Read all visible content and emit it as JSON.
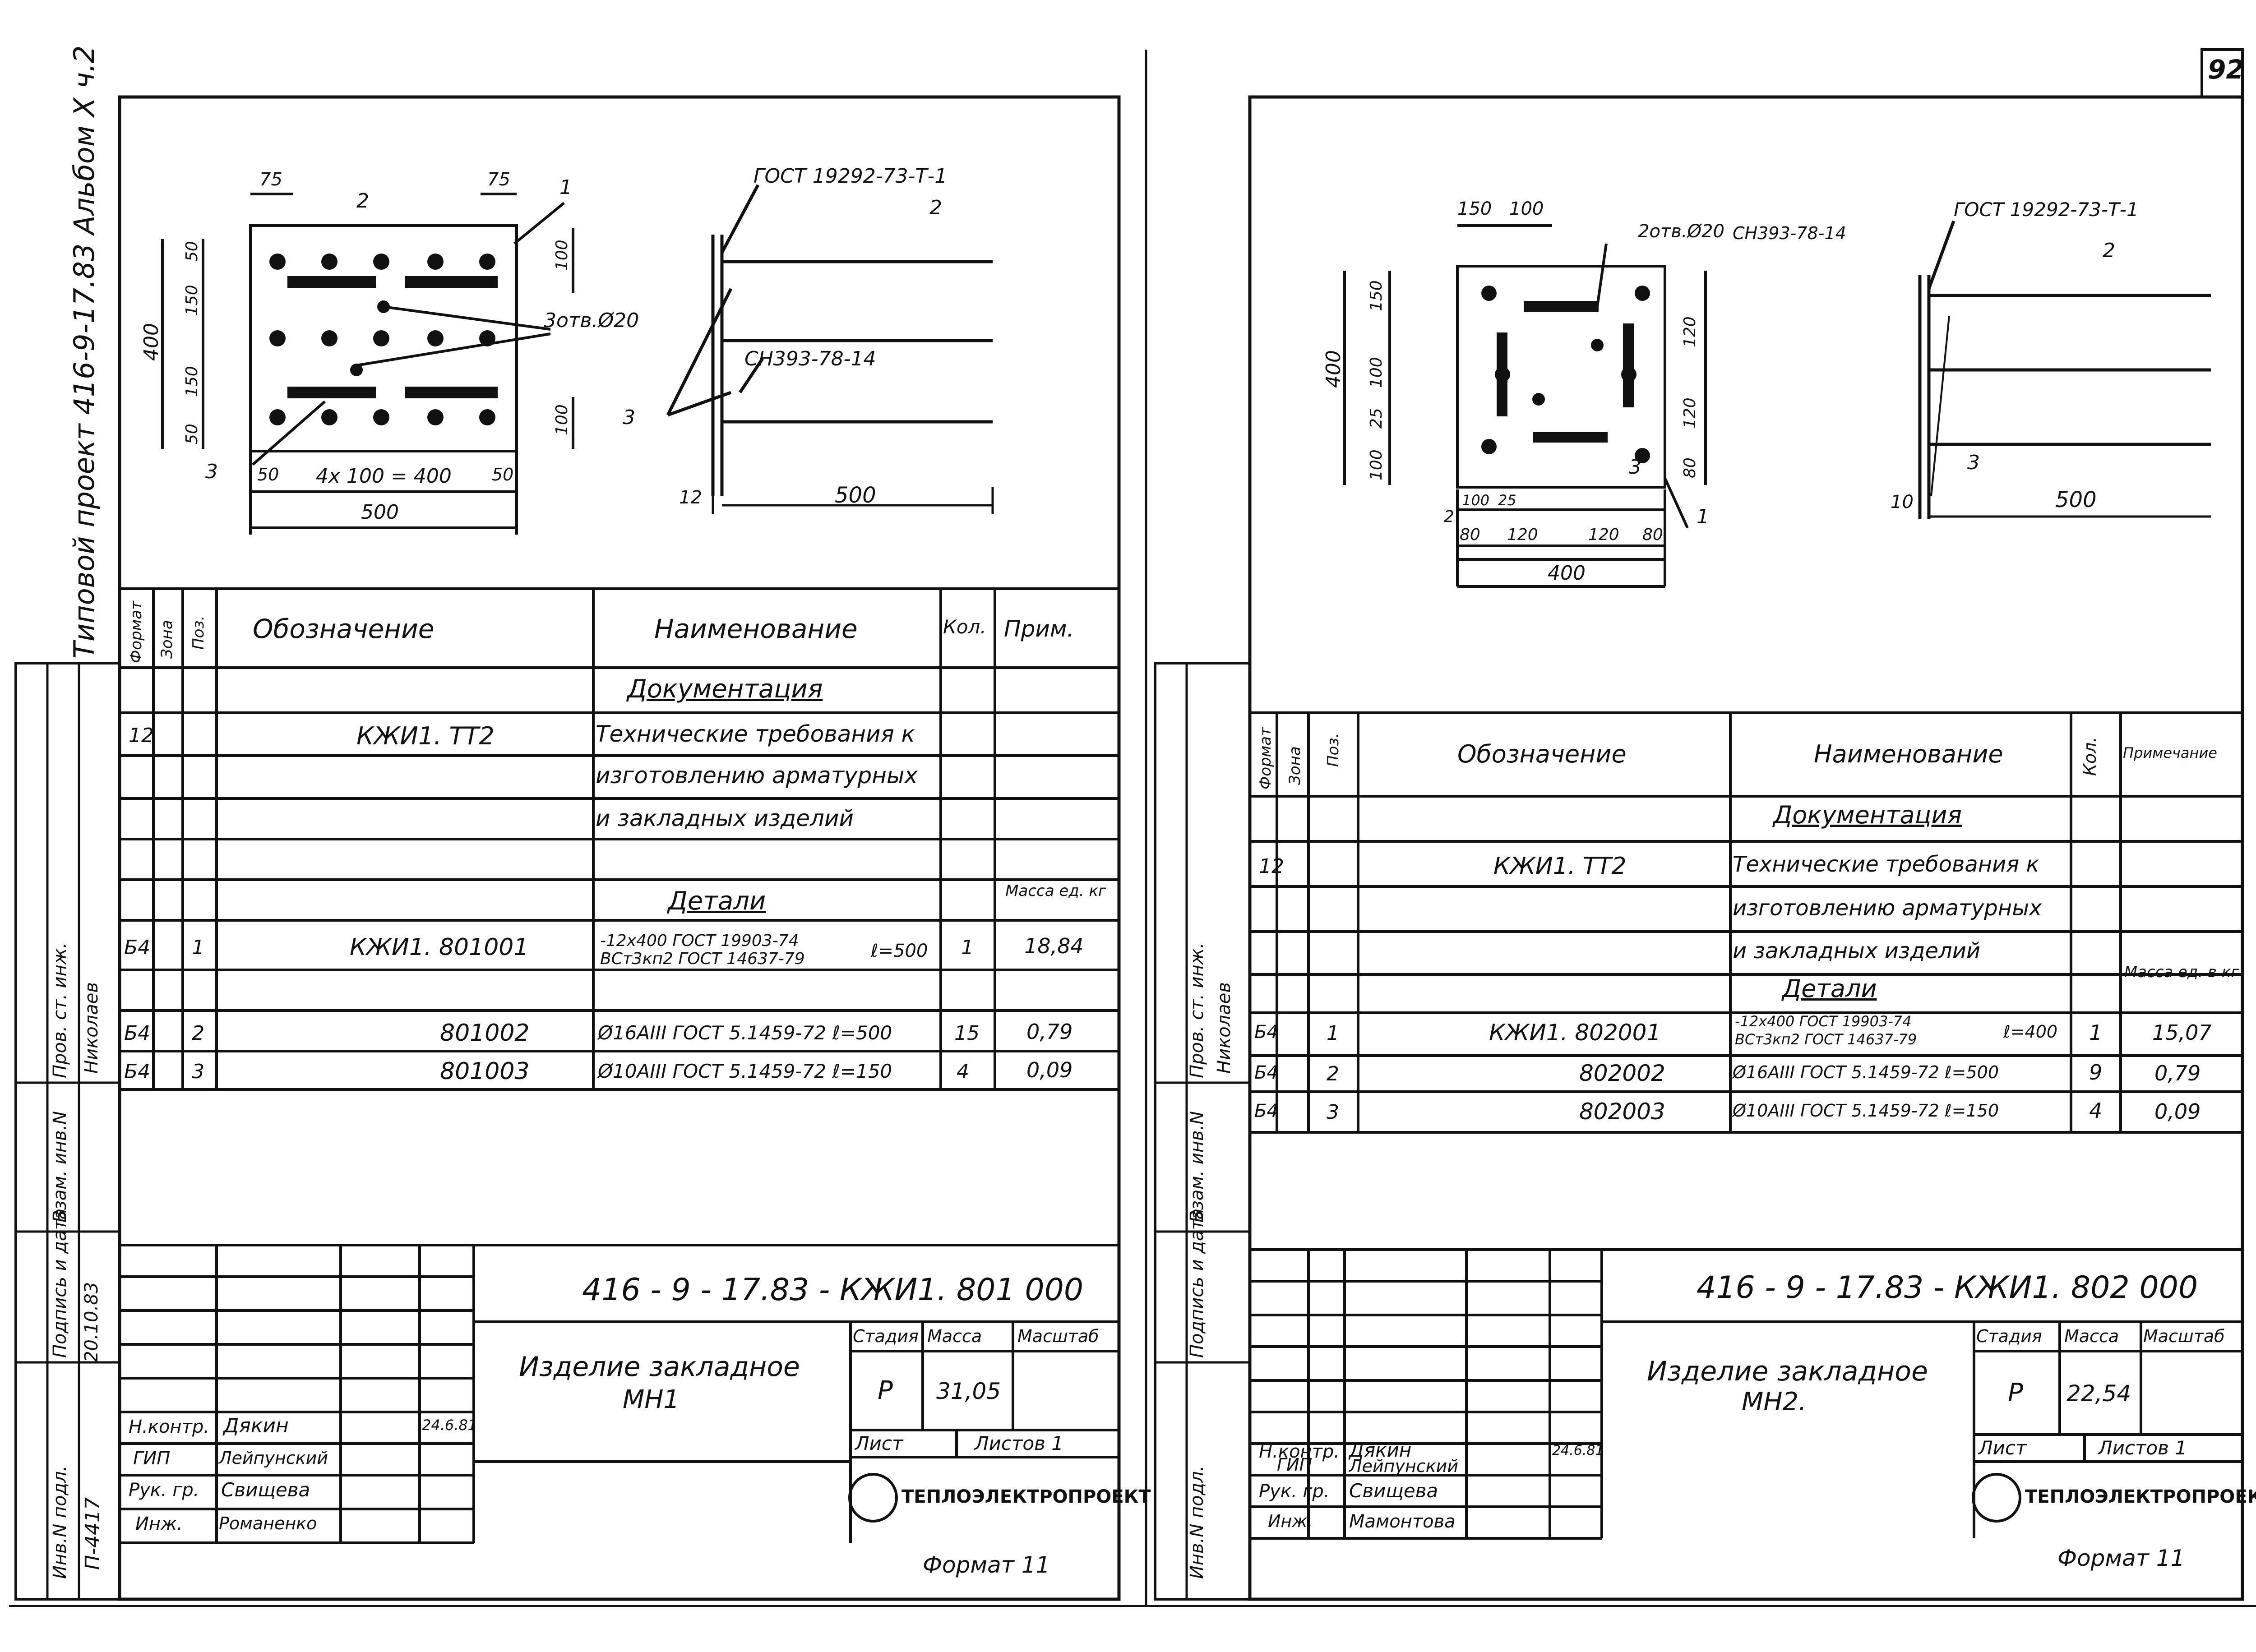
{
  "page_number": "92",
  "side_title": "Типовой проект 416-9-17.83 Альбом X ч.2",
  "stamp_labels": {
    "inv_podl": "Инв.N подл.",
    "podpis_data": "Подпись и дата",
    "vzam_inv": "Взам. инв.N",
    "prov": "Пров. ст. инж."
  },
  "left_stamp": {
    "prov_name": "Николаев",
    "inv_number": "П-4417",
    "date": "20.10.83"
  },
  "sheets": [
    {
      "id": "left",
      "drawing": {
        "dims_top": [
          "75",
          "75"
        ],
        "dims_left": [
          "400",
          "50",
          "150",
          "150",
          "50"
        ],
        "dims_right": [
          "100",
          "100"
        ],
        "dims_bottom": [
          "50",
          "4x 100 = 400",
          "50"
        ],
        "dim_total": "500",
        "holes_label": "3отв.Ø20",
        "pos_labels": [
          "1",
          "2",
          "3"
        ],
        "side_gost": "ГОСТ 19292-73-Т-1",
        "side_sn": "СН393-78-14",
        "side_pos": [
          "2",
          "3"
        ],
        "side_thickness": "12",
        "side_length": "500"
      },
      "spec": {
        "headers": [
          "Формат",
          "Зона",
          "Поз.",
          "Обозначение",
          "Наименование",
          "Кол.",
          "Прим."
        ],
        "section_docs": "Документация",
        "doc_row": {
          "format": "12",
          "designation": "КЖИ1. ТТ2",
          "name": [
            "Технические требования к",
            "изготовлению арматурных",
            "и закладных изделий"
          ]
        },
        "section_details": "Детали",
        "mass_header": "Масса ед. кг",
        "rows": [
          {
            "format": "Б4",
            "pos": "1",
            "designation": "КЖИ1. 801001",
            "name1": "-12x400 ГОСТ 19903-74",
            "name2": "ВСт3кп2 ГОСТ 14637-79",
            "len": "ℓ=500",
            "qty": "1",
            "mass": "18,84"
          },
          {
            "format": "Б4",
            "pos": "2",
            "designation": "801002",
            "name1": "Ø16АIII ГОСТ 5.1459-72 ℓ=500",
            "name2": "",
            "len": "",
            "qty": "15",
            "mass": "0,79"
          },
          {
            "format": "Б4",
            "pos": "3",
            "designation": "801003",
            "name1": "Ø10АIII ГОСТ 5.1459-72 ℓ=150",
            "name2": "",
            "len": "",
            "qty": "4",
            "mass": "0,09"
          }
        ]
      },
      "title_block": {
        "code": "416 - 9 - 17.83 - КЖИ1. 801 000",
        "item_name": "Изделие закладное",
        "item_mark": "МН1",
        "stage_label": "Стадия",
        "mass_label": "Масса",
        "scale_label": "Масштаб",
        "stage": "Р",
        "mass": "31,05",
        "sheet_label": "Лист",
        "sheets_label": "Листов 1",
        "org": "ТЕПЛОЭЛЕКТРОПРОЕКТ",
        "format": "Формат 11",
        "signers": [
          {
            "role": "Н.контр.",
            "name": "Дякин",
            "date": "24.6.81"
          },
          {
            "role": "ГИП",
            "name": "Лейпунский",
            "date": ""
          },
          {
            "role": "Рук. гр.",
            "name": "Свищева",
            "date": ""
          },
          {
            "role": "Инж.",
            "name": "Романенко",
            "date": ""
          }
        ]
      }
    },
    {
      "id": "right",
      "drawing": {
        "dims_top": [
          "150",
          "100"
        ],
        "dims_left": [
          "400",
          "150",
          "100",
          "25",
          "100"
        ],
        "dims_right": [
          "120",
          "120",
          "80"
        ],
        "dims_bottom": [
          "100",
          "25",
          "80",
          "120",
          "120",
          "80"
        ],
        "dim_total": "400",
        "holes_label": "2отв.Ø20",
        "sn_label": "СН393-78-14",
        "pos_labels": [
          "1",
          "2",
          "3"
        ],
        "side_gost": "ГОСТ 19292-73-Т-1",
        "side_pos": [
          "2",
          "3"
        ],
        "side_thickness": "10",
        "side_length": "500"
      },
      "spec": {
        "headers": [
          "Формат",
          "Зона",
          "Поз.",
          "Обозначение",
          "Наименование",
          "Кол.",
          "Примечание"
        ],
        "section_docs": "Документация",
        "doc_row": {
          "format": "12",
          "designation": "КЖИ1. ТТ2",
          "name": [
            "Технические требования к",
            "изготовлению арматурных",
            "и закладных изделий"
          ]
        },
        "section_details": "Детали",
        "mass_header": "Масса ед. в кг",
        "rows": [
          {
            "format": "Б4",
            "pos": "1",
            "designation": "КЖИ1. 802001",
            "name1": "-12x400 ГОСТ 19903-74",
            "name2": "ВСт3кп2 ГОСТ 14637-79",
            "len": "ℓ=400",
            "qty": "1",
            "mass": "15,07"
          },
          {
            "format": "Б4",
            "pos": "2",
            "designation": "802002",
            "name1": "Ø16АIII ГОСТ 5.1459-72 ℓ=500",
            "name2": "",
            "len": "",
            "qty": "9",
            "mass": "0,79"
          },
          {
            "format": "Б4",
            "pos": "3",
            "designation": "802003",
            "name1": "Ø10АIII ГОСТ 5.1459-72 ℓ=150",
            "name2": "",
            "len": "",
            "qty": "4",
            "mass": "0,09"
          }
        ]
      },
      "title_block": {
        "code": "416 - 9 - 17.83 - КЖИ1. 802 000",
        "item_name": "Изделие закладное",
        "item_mark": "МН2.",
        "stage_label": "Стадия",
        "mass_label": "Масса",
        "scale_label": "Масштаб",
        "stage": "Р",
        "mass": "22,54",
        "sheet_label": "Лист",
        "sheets_label": "Листов 1",
        "org": "ТЕПЛОЭЛЕКТРОПРОЕКТ",
        "format": "Формат 11",
        "signers": [
          {
            "role": "Н.контр.",
            "name": "Дякин",
            "date": "24.6.81"
          },
          {
            "role": "ГИП",
            "name": "Лейпунский",
            "date": ""
          },
          {
            "role": "Рук. гр.",
            "name": "Свищева",
            "date": ""
          },
          {
            "role": "Инж.",
            "name": "Мамонтова",
            "date": ""
          }
        ]
      }
    }
  ]
}
